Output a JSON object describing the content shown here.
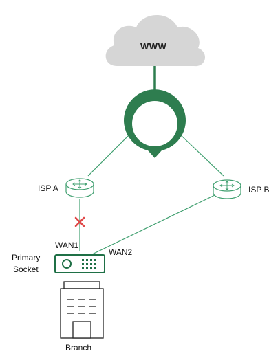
{
  "cloud": {
    "label": "WWW"
  },
  "routers": [
    {
      "id": "isp-a",
      "label": "ISP A"
    },
    {
      "id": "isp-b",
      "label": "ISP B"
    }
  ],
  "links": {
    "wan1": {
      "label": "WAN1",
      "status": "down"
    },
    "wan2": {
      "label": "WAN2",
      "status": "up"
    }
  },
  "socket": {
    "label_line1": "Primary",
    "label_line2": "Socket"
  },
  "site": {
    "label": "Branch"
  },
  "colors": {
    "link": "#3f9f6f",
    "router_stroke": "#3f9f6f",
    "hub": "#2e7d4f",
    "cloud": "#d6d6d6",
    "failure": "#e04848",
    "device": "#1f7046"
  }
}
